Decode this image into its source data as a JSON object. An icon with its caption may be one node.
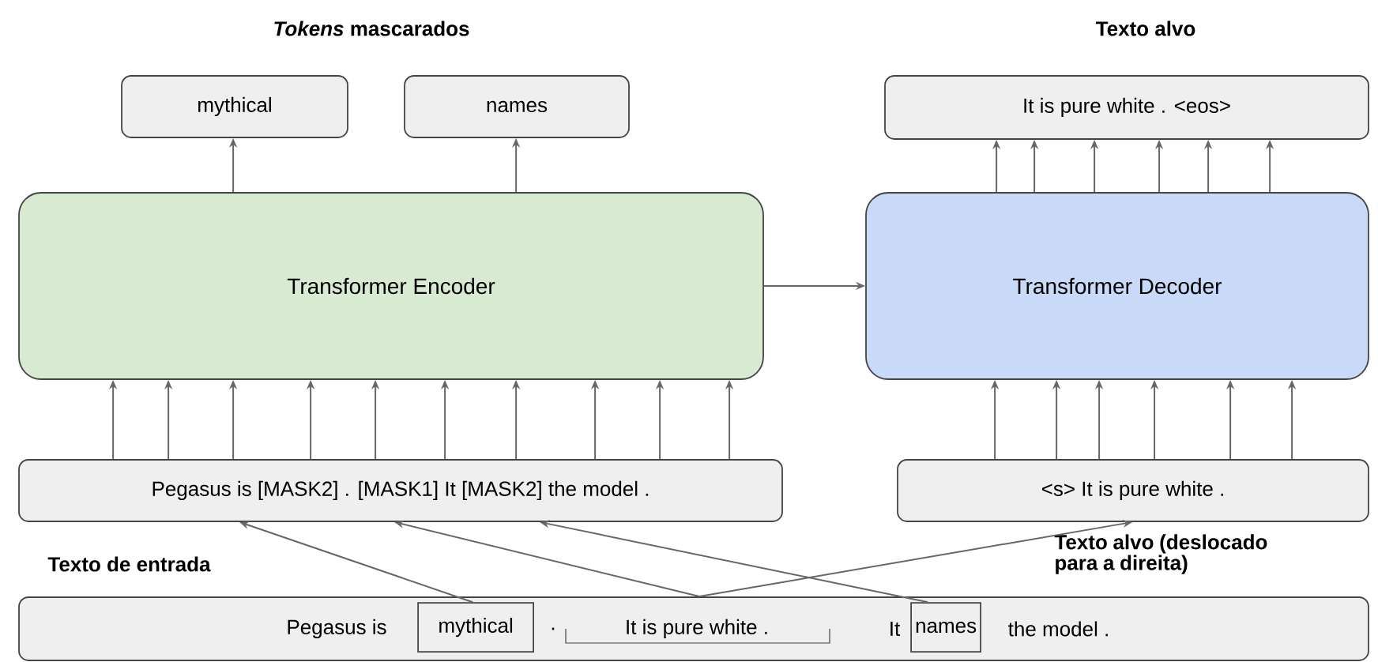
{
  "diagram": {
    "nodes": [
      {
        "text": [
          "mythical"
        ]
      },
      {
        "text": [
          "names"
        ]
      },
      {
        "text": [
          "It is pure white . <eos>"
        ]
      },
      {
        "text": [
          "Transformer Encoder"
        ]
      },
      {
        "text": [
          "Transformer Decoder"
        ]
      },
      {
        "text": [
          "Pegasus is [MASK2] . [MASK1] It [MASK2] the model ."
        ]
      },
      {
        "text": [
          "<s> It is pure white ."
        ]
      },
      {
        "text": [
          "Pegasus is",
          ".",
          "It is pure white .",
          "It",
          "the model ."
        ]
      },
      {
        "text": [
          "mythical"
        ],
        "in": 7
      },
      {
        "text": [
          "names"
        ],
        "in": 7
      }
    ],
    "edges": [
      {
        "from": 3,
        "to": 0,
        "arrow": "to"
      },
      {
        "from": 3,
        "to": 1,
        "arrow": "to"
      },
      {
        "from": 4,
        "to": 2,
        "arrow": "to"
      },
      {
        "from": 4,
        "to": 2,
        "arrow": "to"
      },
      {
        "from": 4,
        "to": 2,
        "arrow": "to"
      },
      {
        "from": 4,
        "to": 2,
        "arrow": "to"
      },
      {
        "from": 4,
        "to": 2,
        "arrow": "to"
      },
      {
        "from": 4,
        "to": 2,
        "arrow": "to"
      },
      {
        "from": 3,
        "to": 4,
        "arrow": "to"
      },
      {
        "from": 5,
        "to": 3,
        "arrow": "to"
      },
      {
        "from": 5,
        "to": 3,
        "arrow": "to"
      },
      {
        "from": 5,
        "to": 3,
        "arrow": "to"
      },
      {
        "from": 5,
        "to": 3,
        "arrow": "to"
      },
      {
        "from": 5,
        "to": 3,
        "arrow": "to"
      },
      {
        "from": 5,
        "to": 3,
        "arrow": "to"
      },
      {
        "from": 5,
        "to": 3,
        "arrow": "to"
      },
      {
        "from": 5,
        "to": 3,
        "arrow": "to"
      },
      {
        "from": 5,
        "to": 3,
        "arrow": "to"
      },
      {
        "from": 5,
        "to": 3,
        "arrow": "to"
      },
      {
        "from": 6,
        "to": 4,
        "arrow": "to"
      },
      {
        "from": 6,
        "to": 4,
        "arrow": "to"
      },
      {
        "from": 6,
        "to": 4,
        "arrow": "to"
      },
      {
        "from": 6,
        "to": 4,
        "arrow": "to"
      },
      {
        "from": 6,
        "to": 4,
        "arrow": "to"
      },
      {
        "from": 6,
        "to": 4,
        "arrow": "to"
      },
      {
        "from": 8,
        "to": 5,
        "arrow": "to"
      },
      {
        "from": 7,
        "to": 5,
        "arrow": "to"
      },
      {
        "from": 7,
        "to": 6,
        "arrow": "to"
      },
      {
        "from": 9,
        "to": 5,
        "arrow": "to"
      }
    ],
    "labels": [
      "*Tokens* mascarados",
      "Texto alvo",
      "Texto de entrada",
      "Texto alvo (deslocado para a direita)"
    ]
  }
}
